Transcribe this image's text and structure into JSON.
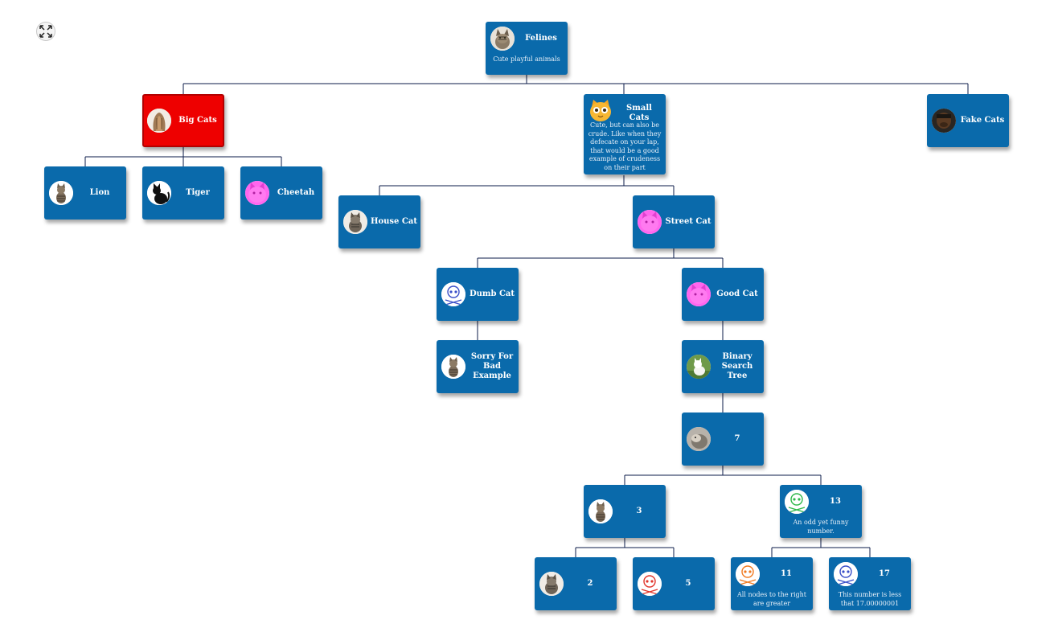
{
  "org_chart": {
    "nodes": [
      {
        "id": "felines",
        "name": "Felines",
        "description": "Cute playful animals",
        "avatar": "tabby-cat-photo",
        "parent": null
      },
      {
        "id": "big-cats",
        "name": "Big Cats",
        "description": "",
        "avatar": "big-cat-photo",
        "parent": "felines",
        "highlighted": true
      },
      {
        "id": "small-cats",
        "name": "Small Cats",
        "description": "Cute, but can also be crude. Like when they defecate on your lap, that would be a good example of crudeness on their part",
        "avatar": "cat-emoji",
        "parent": "felines"
      },
      {
        "id": "fake-cats",
        "name": "Fake Cats",
        "description": "",
        "avatar": "dark-portrait-photo",
        "parent": "felines"
      },
      {
        "id": "lion",
        "name": "Lion",
        "description": "",
        "avatar": "tabby-cat-photo",
        "parent": "big-cats"
      },
      {
        "id": "tiger",
        "name": "Tiger",
        "description": "",
        "avatar": "black-cat-silhouette",
        "parent": "big-cats"
      },
      {
        "id": "cheetah",
        "name": "Cheetah",
        "description": "",
        "avatar": "pink-cat-photo",
        "parent": "big-cats"
      },
      {
        "id": "house-cat",
        "name": "House Cat",
        "description": "",
        "avatar": "tabby-cat-photo",
        "parent": "small-cats"
      },
      {
        "id": "street-cat",
        "name": "Street Cat",
        "description": "",
        "avatar": "pink-cat-photo",
        "parent": "small-cats"
      },
      {
        "id": "dumb-cat",
        "name": "Dumb Cat",
        "description": "",
        "avatar": "blue-skull-crossbones",
        "parent": "street-cat"
      },
      {
        "id": "good-cat",
        "name": "Good Cat",
        "description": "",
        "avatar": "pink-cat-photo",
        "parent": "street-cat"
      },
      {
        "id": "sorry",
        "name": "Sorry For Bad Example",
        "description": "",
        "avatar": "tabby-cat-photo",
        "parent": "dumb-cat"
      },
      {
        "id": "bst",
        "name": "Binary Search Tree",
        "description": "",
        "avatar": "white-kitten-photo",
        "parent": "good-cat"
      },
      {
        "id": "n7",
        "name": "7",
        "description": "",
        "avatar": "gray-cat-photo",
        "parent": "bst"
      },
      {
        "id": "n3",
        "name": "3",
        "description": "",
        "avatar": "tabby-cat-photo",
        "parent": "n7"
      },
      {
        "id": "n13",
        "name": "13",
        "description": "An odd yet funny number.",
        "avatar": "green-skull-crossbones",
        "parent": "n7"
      },
      {
        "id": "n2",
        "name": "2",
        "description": "",
        "avatar": "tabby-cat-photo",
        "parent": "n3"
      },
      {
        "id": "n5",
        "name": "5",
        "description": "",
        "avatar": "red-skull-crossbones",
        "parent": "n3"
      },
      {
        "id": "n11",
        "name": "11",
        "description": "All nodes to the right are greater",
        "avatar": "orange-skull-crossbones",
        "parent": "n13"
      },
      {
        "id": "n17",
        "name": "17",
        "description": "This number is less that 17.00000001",
        "avatar": "blue-skull-crossbones",
        "parent": "n13"
      }
    ]
  },
  "colors": {
    "node_bg": "#0a6aab",
    "highlight_bg": "#ee0000",
    "connector": "#0b1b4a"
  },
  "icons": {
    "expand": "expand-arrows-icon"
  }
}
